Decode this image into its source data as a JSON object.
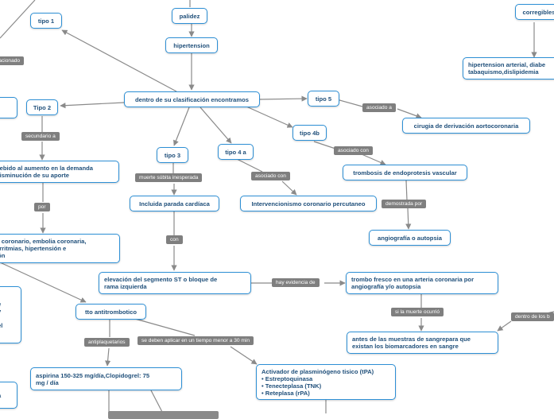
{
  "nodes": {
    "palidez": "palidez",
    "tipo1": "tipo 1",
    "hipertension": "hipertension",
    "corregibles": "corregibles",
    "risk_factors": "hipertension arterial, diabe\ntabaquismo,dislipidemia",
    "left_box_top": "",
    "tipo2": "Tipo 2",
    "central": "dentro de su clasificación encontramos",
    "tipo5": "tipo 5",
    "cirugia": "cirugia de derivación aortocoronaria",
    "tipo4b": "tipo 4b",
    "tipo3": "tipo 3",
    "tipo4a": "tipo 4 a",
    "trombosis_endoprotesis": "trombosis de endoprotesis vascular",
    "aumento_demanda": "debido al aumento en la demanda\n  disminución de su aporte",
    "parada_cardiaca": "Incluida parada cardíaca",
    "intervencionismo": "Intervencionismo coronario percutaneo",
    "angiografia_autopsia": "angiografía o autopsia",
    "espasmo": "o coronario, embolia coronaria,\n arritmias, hipertensión e\nión",
    "elevacion_st": "elevación del segmento ST o bloque de\nrama izquierda",
    "trombo_fresco": "trombo fresco en una arteria coronaria por\nangiografía y/o autopsia",
    "left_box_mid": "e\ny\n\nel",
    "tto_antitrombotico": "tto antitrombotico",
    "muestras_sangre": "antes de las muestras de sangrepara que\nexistan los biomarcadores en sangre",
    "aspirina": "aspirina 150-325 mg/día,Clopidogrel: 75\nmg / día",
    "activador": "Activador de plasminógeno tisico (tPA)\n• Estreptoquinasa\n• Tenecteplasa (TNK)\n• Reteplasa (rPA)",
    "left_box_bottom": "a"
  },
  "links": {
    "relacionado": "relacionado",
    "secundario_a": "secundario a",
    "asociado_a": "asociado a",
    "asociado_con_4b": "asociado con",
    "muerte_subita": "muerte súbita inesperada",
    "asociado_con_4a": "asociado con",
    "demostrada_por": "demostrada por",
    "por": "por",
    "con": "con",
    "hay_evidencia": "hay evidencia de",
    "si_la_muerte": "si la muerte ocurrió",
    "dentro_de_los": "dentro de los b",
    "antiplaquetarios": "antiplaquetarios",
    "se_deben_aplicar": "se deben aplicar en un tiempo menor a 30 min"
  }
}
